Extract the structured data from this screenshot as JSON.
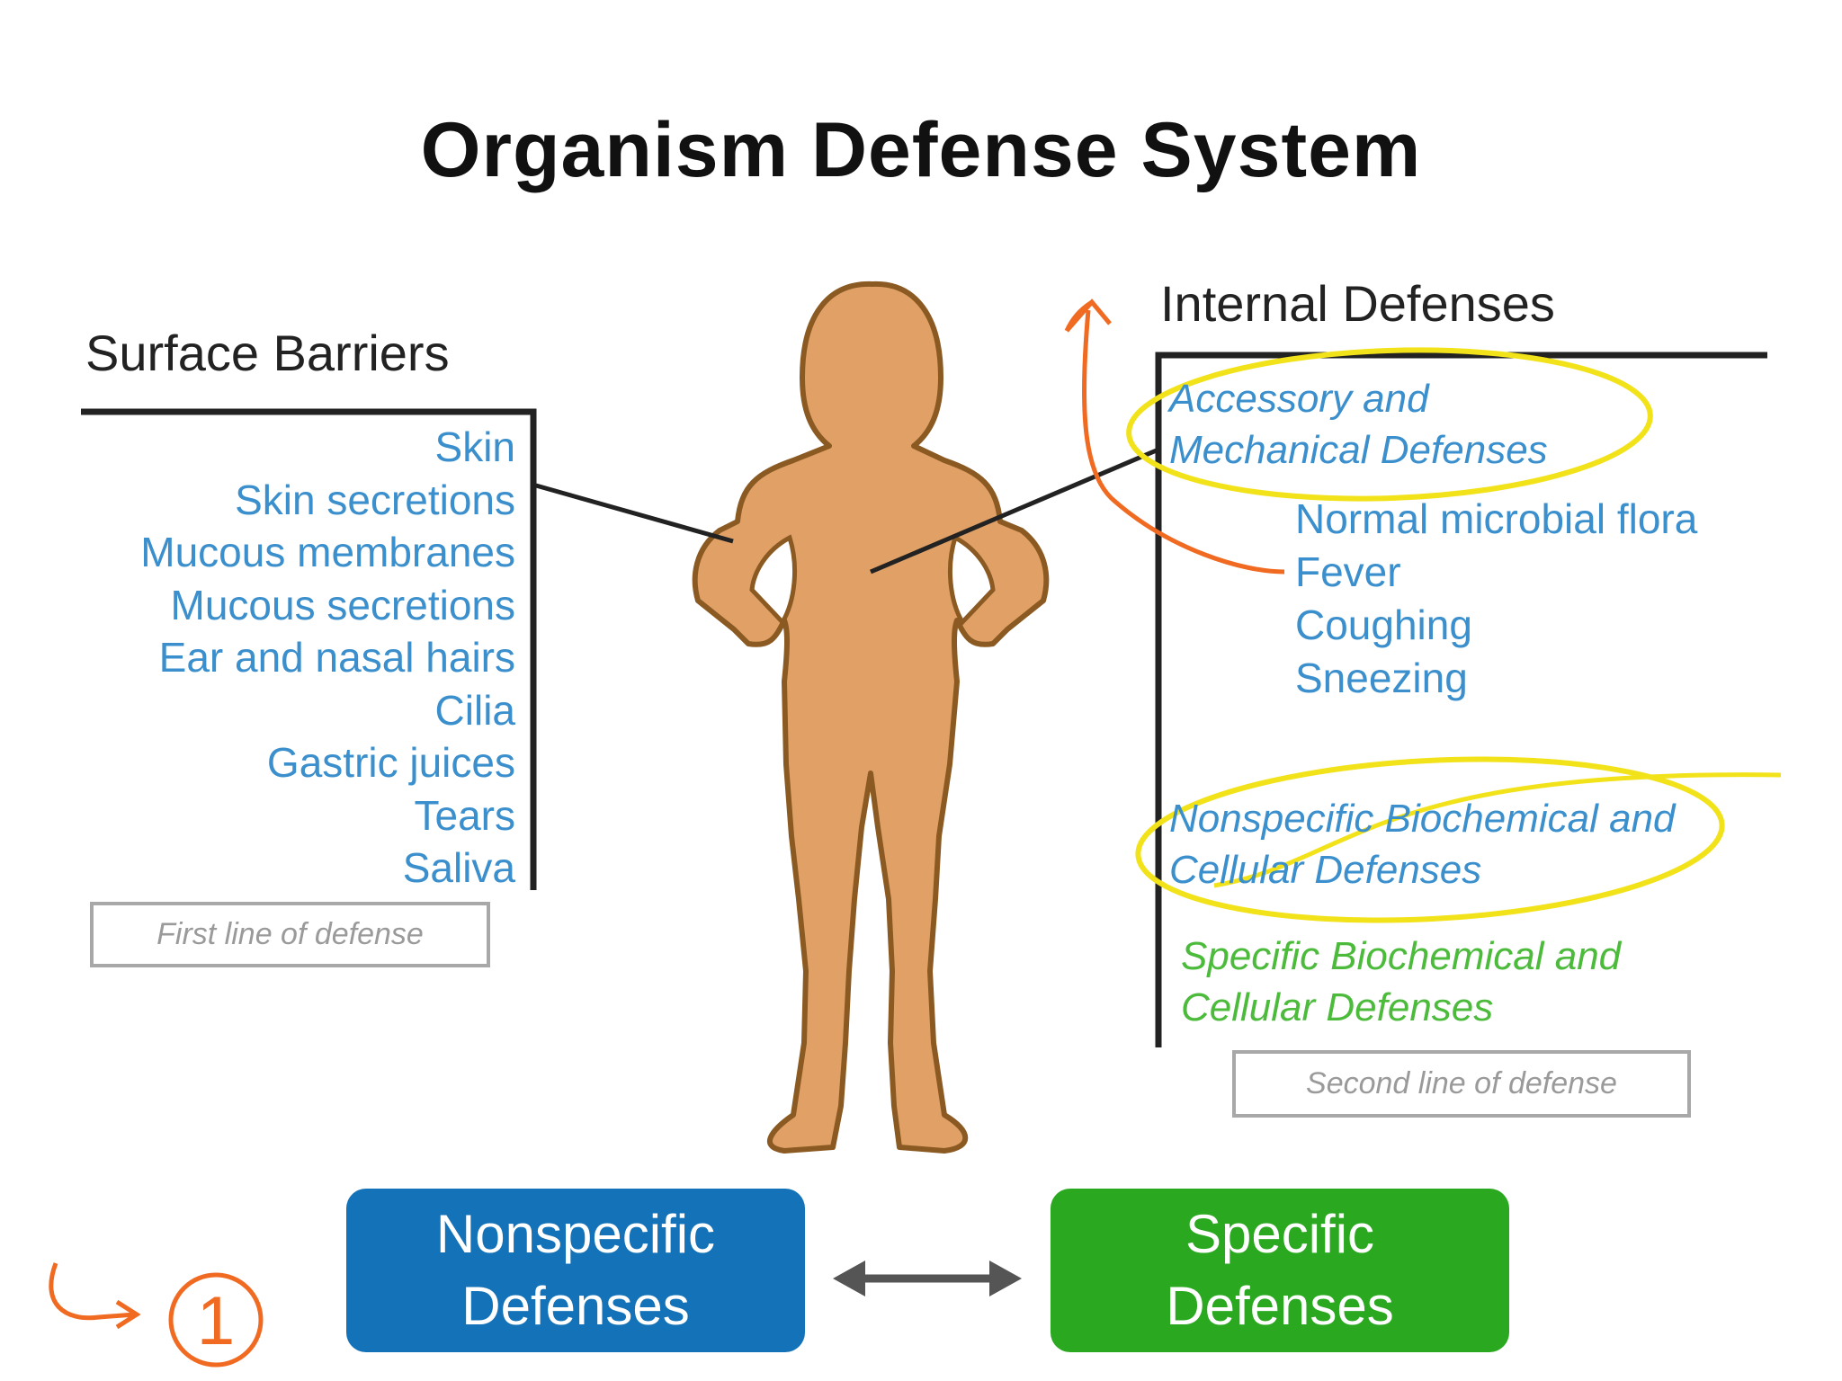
{
  "title": "Organism Defense System",
  "surface_barriers": {
    "heading": "Surface Barriers",
    "items": [
      "Skin",
      "Skin secretions",
      "Mucous membranes",
      "Mucous secretions",
      "Ear and nasal hairs",
      "Cilia",
      "Gastric juices",
      "Tears",
      "Saliva"
    ],
    "line_label": "First line of defense"
  },
  "internal_defenses": {
    "heading": "Internal Defenses",
    "accessory": {
      "line1": "Accessory and",
      "line2": "Mechanical Defenses",
      "items": [
        "Normal microbial flora",
        "Fever",
        "Coughing",
        "Sneezing"
      ]
    },
    "nonspecific": {
      "line1": "Nonspecific Biochemical and",
      "line2": "Cellular Defenses"
    },
    "specific": {
      "line1": "Specific Biochemical and",
      "line2": "Cellular Defenses"
    },
    "line_label": "Second line of defense"
  },
  "boxes": {
    "nonspecific": {
      "line1": "Nonspecific",
      "line2": "Defenses"
    },
    "specific": {
      "line1": "Specific",
      "line2": "Defenses"
    }
  },
  "annotation": {
    "number": "1"
  },
  "colors": {
    "body": "#e0a066",
    "body_outline": "#8a5a22",
    "item_blue": "#3a8fcc",
    "specific_green": "#4cbb3c",
    "box_blue": "#1472b8",
    "box_green": "#2aa820",
    "highlight_yellow": "#f2e21a",
    "annotation_orange": "#f06a22"
  }
}
